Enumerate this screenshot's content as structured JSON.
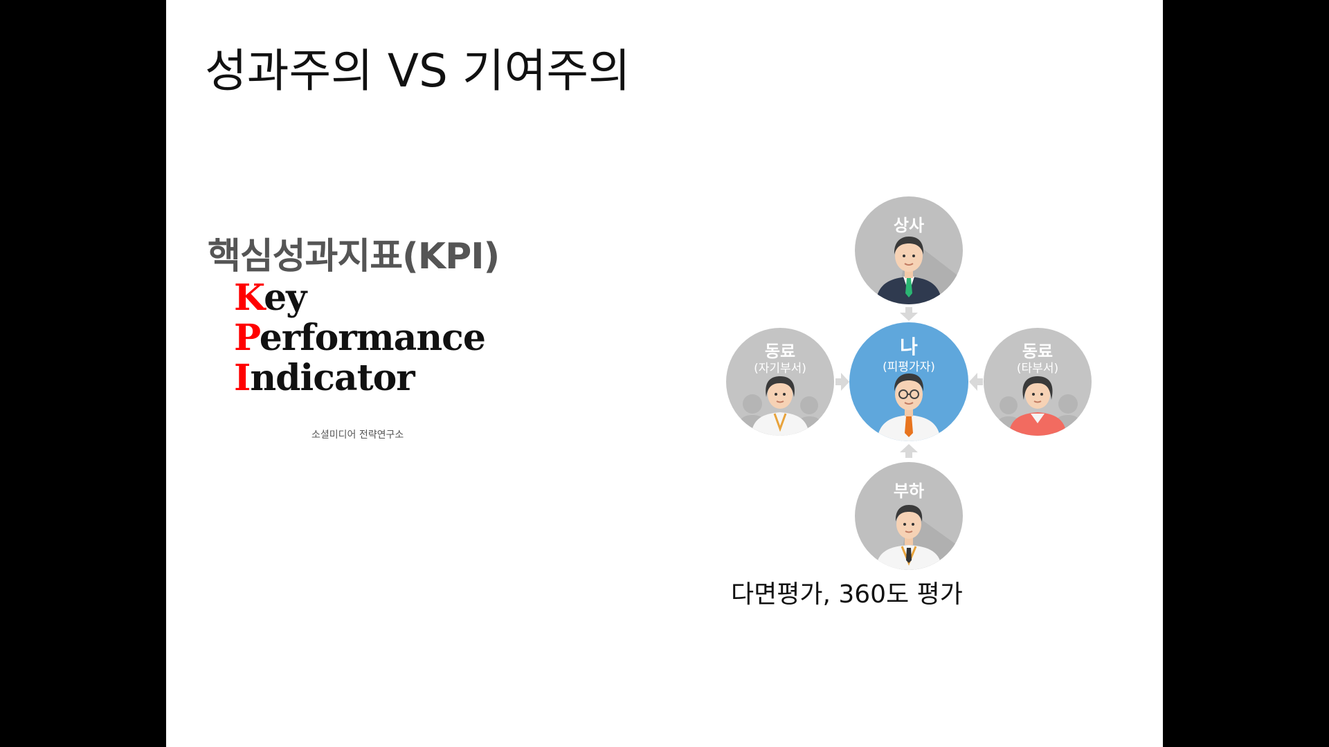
{
  "slide": {
    "title": "성과주의 VS 기여주의"
  },
  "kpi": {
    "heading": "핵심성과지표(KPI)",
    "lines": [
      {
        "initial": "K",
        "rest": "ey"
      },
      {
        "initial": "P",
        "rest": "erformance"
      },
      {
        "initial": "I",
        "rest": "ndicator"
      }
    ],
    "source": "소셜미디어 전략연구소"
  },
  "evaluation": {
    "top": {
      "label": "상사"
    },
    "left": {
      "label": "동료",
      "sub": "(자기부서)"
    },
    "center": {
      "label": "나",
      "sub": "(피평가자)"
    },
    "right": {
      "label": "동료",
      "sub": "(타부서)"
    },
    "bottom": {
      "label": "부하"
    },
    "caption": "다면평가, 360도 평가"
  },
  "colors": {
    "kpi_initial": "#ff0000",
    "center_node": "#5fa7dc",
    "outer_node": "#c4c4c4"
  }
}
